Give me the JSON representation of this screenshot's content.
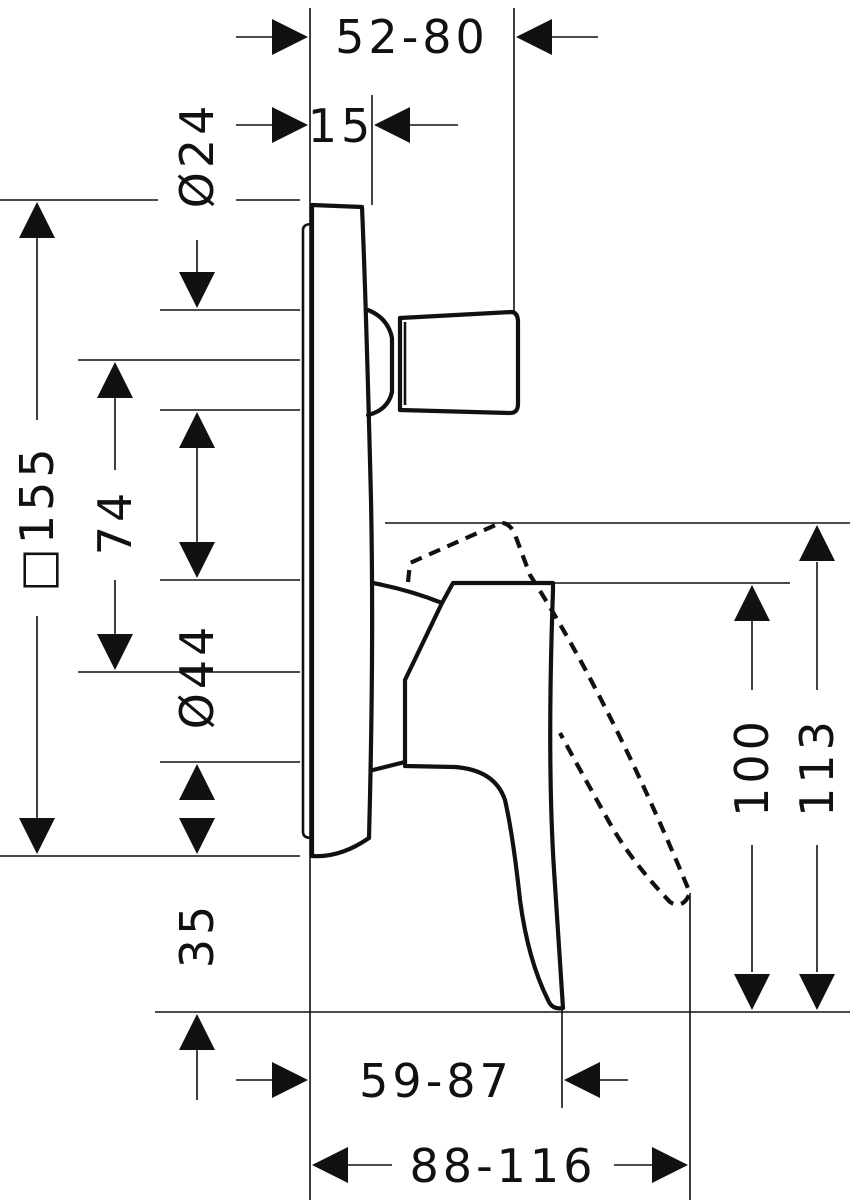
{
  "diagram": {
    "dimensions": {
      "top_width": "52-80",
      "connector_depth": "15",
      "connector_diameter": "Ø24",
      "plate_square": "□155",
      "outlet_spacing": "74",
      "lever_hub_diameter": "Ø44",
      "bottom_offset": "35",
      "lever_height": "100",
      "lever_height_raised": "113",
      "lever_projection": "59-87",
      "lever_reach_raised": "88-116"
    }
  }
}
